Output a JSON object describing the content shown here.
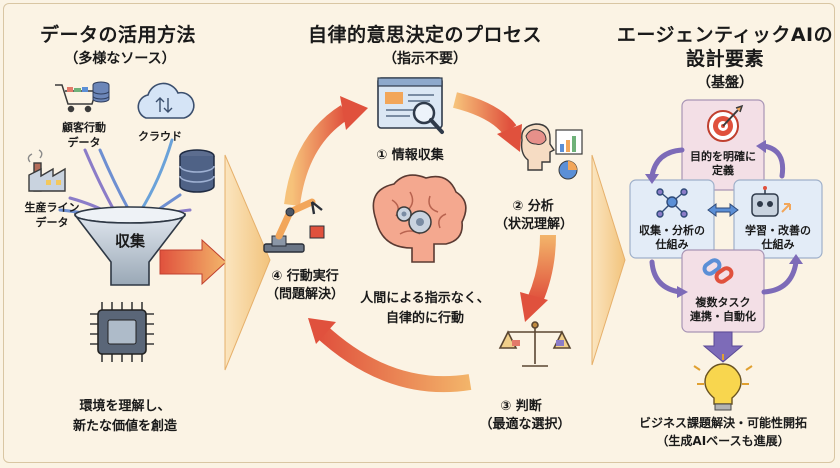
{
  "left": {
    "title": "データの活用方法",
    "subtitle": "（多様なソース）",
    "sources": {
      "customer": [
        "顧客行動",
        "データ"
      ],
      "cloud": "クラウド",
      "production": [
        "生産ライン",
        "データ"
      ]
    },
    "funnel_label": "収集",
    "footer": [
      "環境を理解し、",
      "新たな価値を創造"
    ]
  },
  "center": {
    "title": "自律的意思決定のプロセス",
    "subtitle": "（指示不要）",
    "steps": [
      {
        "label": "① 情報収集",
        "sub": ""
      },
      {
        "label": "② 分析",
        "sub": "（状況理解）"
      },
      {
        "label": "③ 判断",
        "sub": "（最適な選択）"
      },
      {
        "label": "④ 行動実行",
        "sub": "（問題解決）"
      }
    ],
    "center_text": [
      "人間による指示なく、",
      "自律的に行動"
    ]
  },
  "right": {
    "title": [
      "エージェンティックAIの",
      "設計要素"
    ],
    "subtitle": "（基盤）",
    "elements": {
      "goal": [
        "目的を明確に",
        "定義"
      ],
      "collect": [
        "収集・分析の",
        "仕組み"
      ],
      "learn": [
        "学習・改善の",
        "仕組み"
      ],
      "multitask": [
        "複数タスク",
        "連携・自動化"
      ]
    },
    "footer": [
      "ビジネス課題解決・可能性開拓",
      "（生成AIベースも進展）"
    ]
  },
  "colors": {
    "background": "#fbf3e4",
    "arrow_orange": "#f0a24a",
    "arrow_red": "#e0513d",
    "panel_pink": "#f3dfe6",
    "panel_blue": "#e3ecf7",
    "purple_arrow": "#7d6bb8"
  }
}
